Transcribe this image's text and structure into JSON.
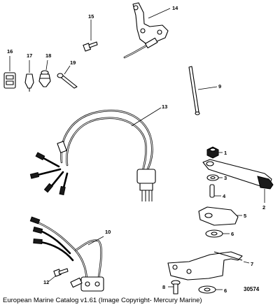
{
  "callouts": {
    "c1": "1",
    "c2": "2",
    "c3": "3",
    "c4": "4",
    "c5": "5",
    "c6a": "6",
    "c6b": "6",
    "c7": "7",
    "c8": "8",
    "c9": "9",
    "c10": "10",
    "c12": "12",
    "c13": "13",
    "c14": "14",
    "c15": "15",
    "c16": "16",
    "c17": "17",
    "c18": "18",
    "c19": "19"
  },
  "reference_number": "30574",
  "footer_text": "European Marine Catalog v1.61 (Image Copyright- Mercury Marine)"
}
